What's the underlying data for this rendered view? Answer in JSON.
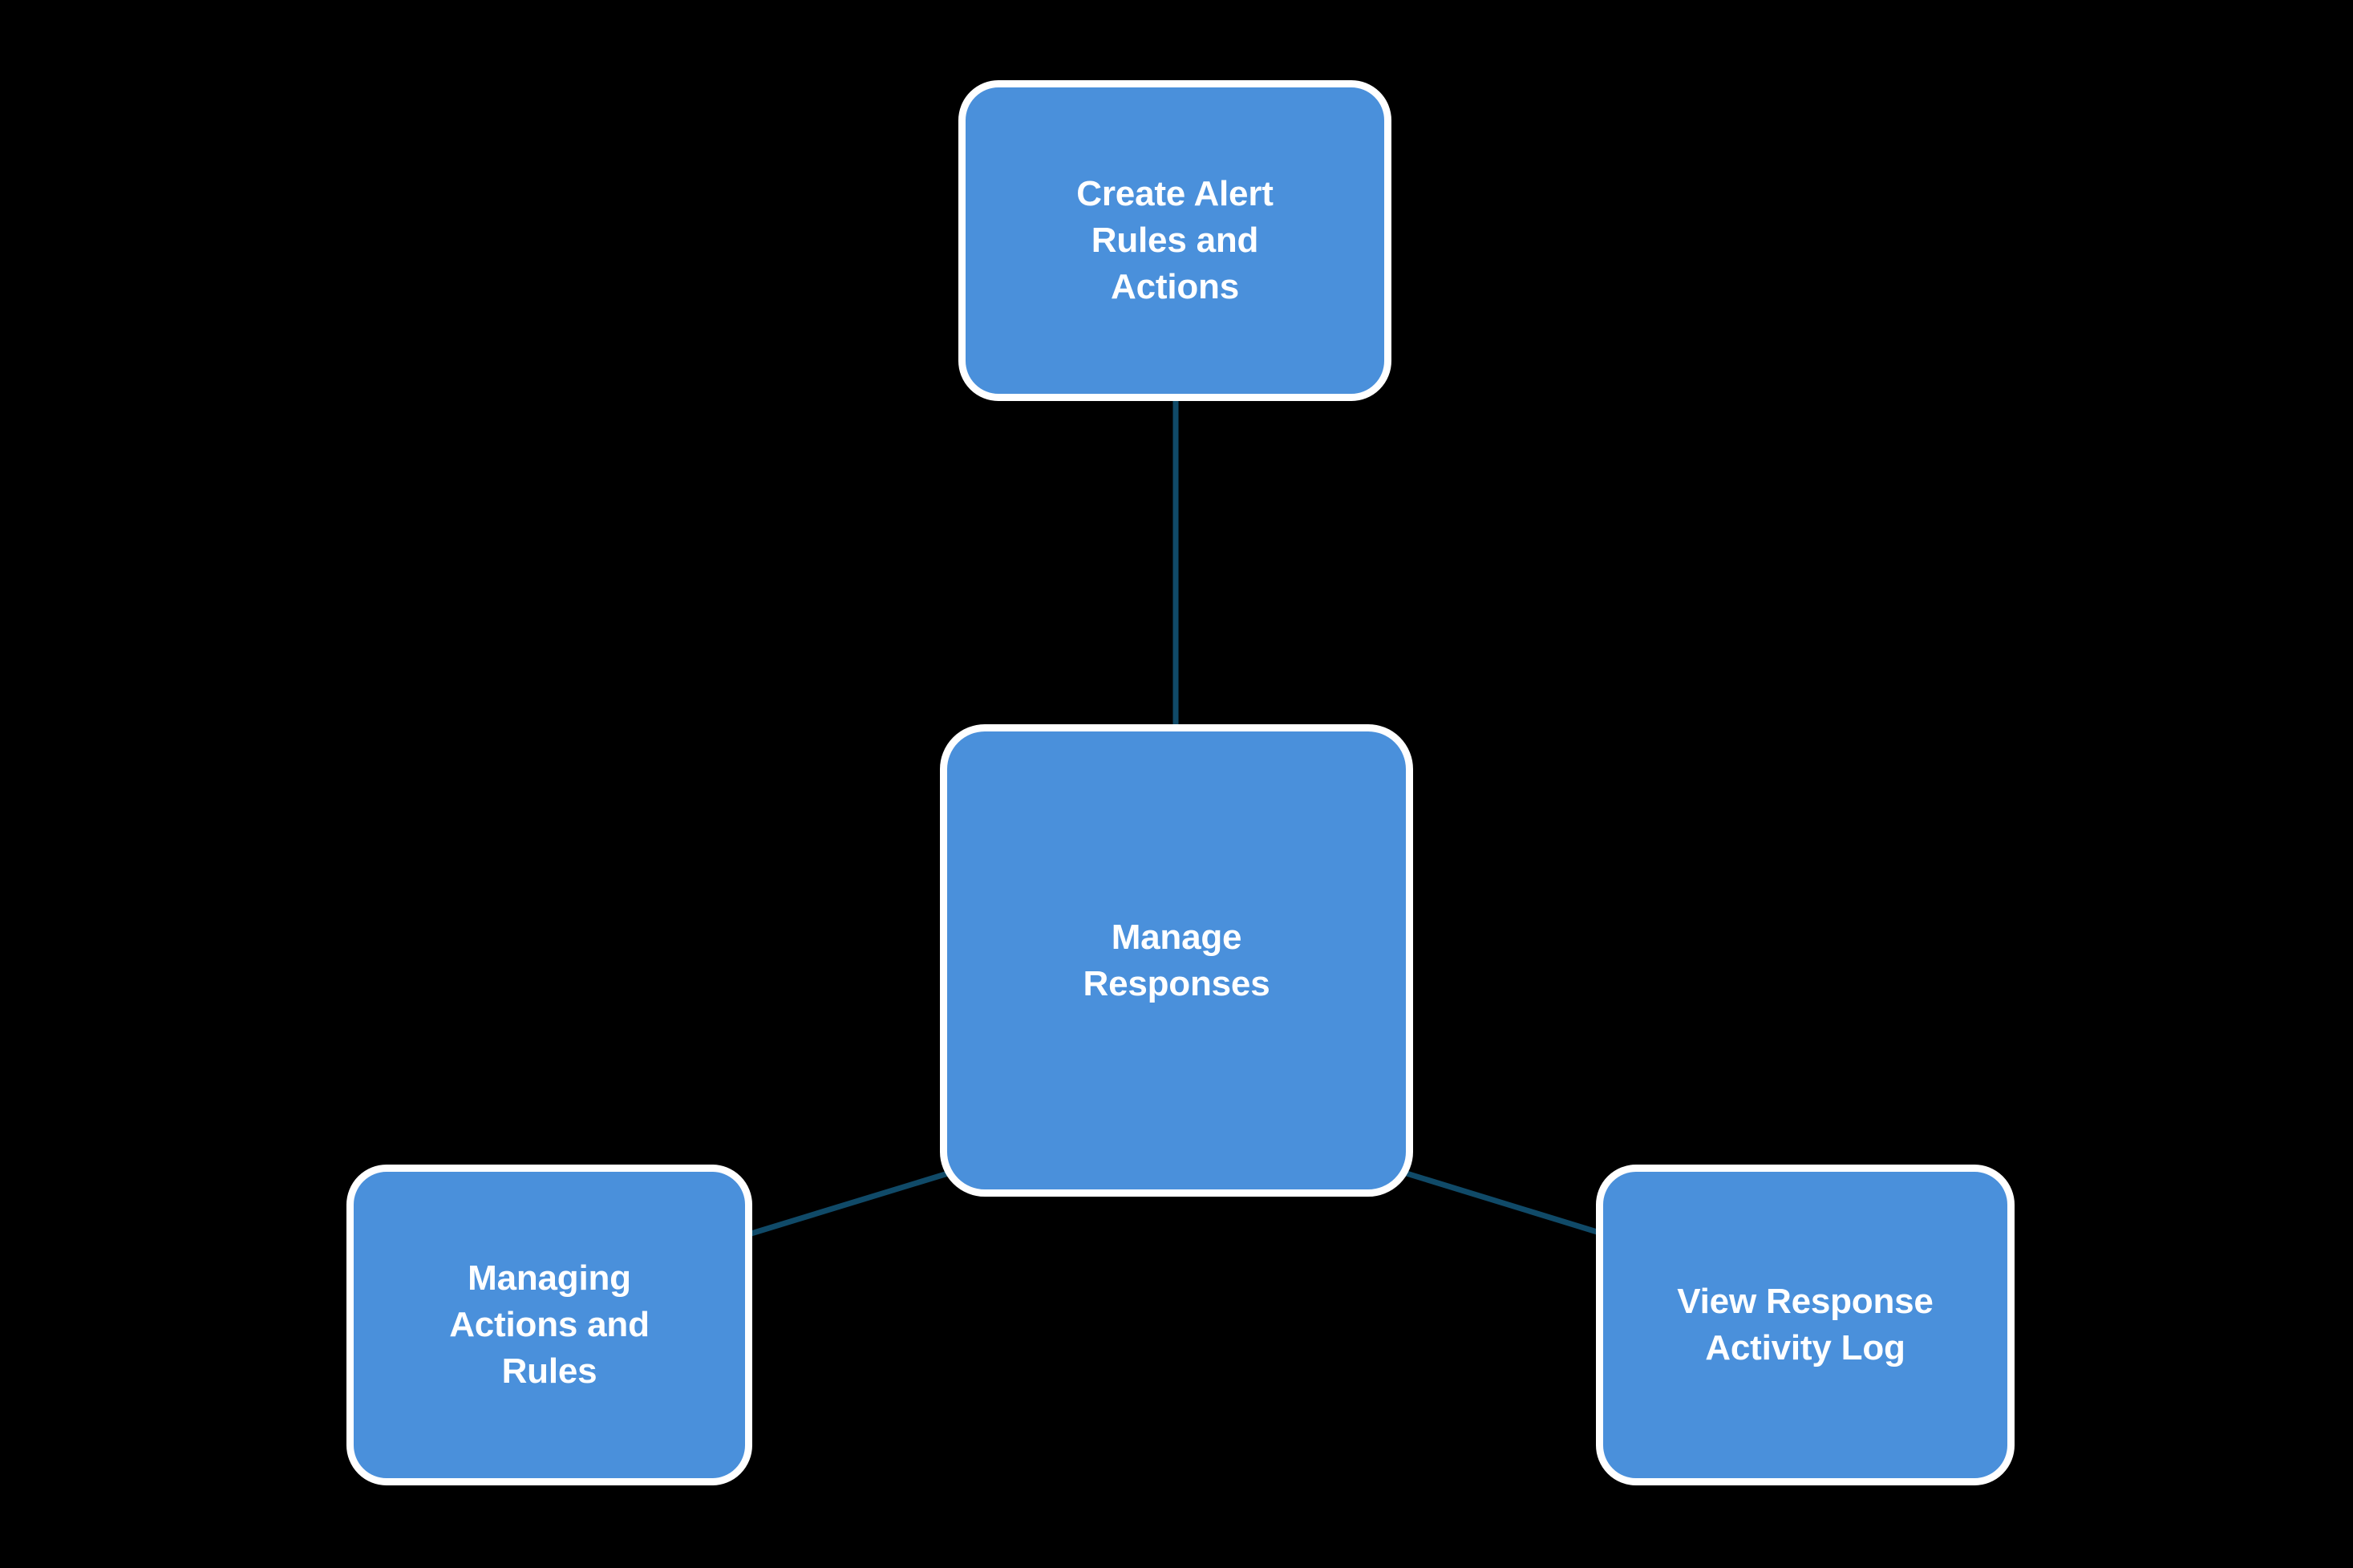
{
  "diagram": {
    "type": "hub-and-spoke",
    "background_color": "#000000",
    "node_fill_color": "#4A90DB",
    "node_border_color": "#FFFFFF",
    "node_text_color": "#FFFFFF",
    "edge_color": "#104A68",
    "center_node_id": "manage-responses",
    "nodes": [
      {
        "id": "create-alert-rules-and-actions",
        "label": "Create Alert\nRules and\nActions",
        "label_plain": "Create Alert Rules and Actions",
        "role": "spoke",
        "position": "top"
      },
      {
        "id": "manage-responses",
        "label": "Manage\nResponses",
        "label_plain": "Manage Responses",
        "role": "hub",
        "position": "center"
      },
      {
        "id": "managing-actions-and-rules",
        "label": "Managing\nActions and\nRules",
        "label_plain": "Managing Actions and Rules",
        "role": "spoke",
        "position": "bottom-left"
      },
      {
        "id": "view-response-activity-log",
        "label": "View Response\nActivity Log",
        "label_plain": "View Response Activity Log",
        "role": "spoke",
        "position": "bottom-right"
      }
    ],
    "edges": [
      {
        "from": "manage-responses",
        "to": "create-alert-rules-and-actions"
      },
      {
        "from": "manage-responses",
        "to": "managing-actions-and-rules"
      },
      {
        "from": "manage-responses",
        "to": "view-response-activity-log"
      }
    ]
  }
}
